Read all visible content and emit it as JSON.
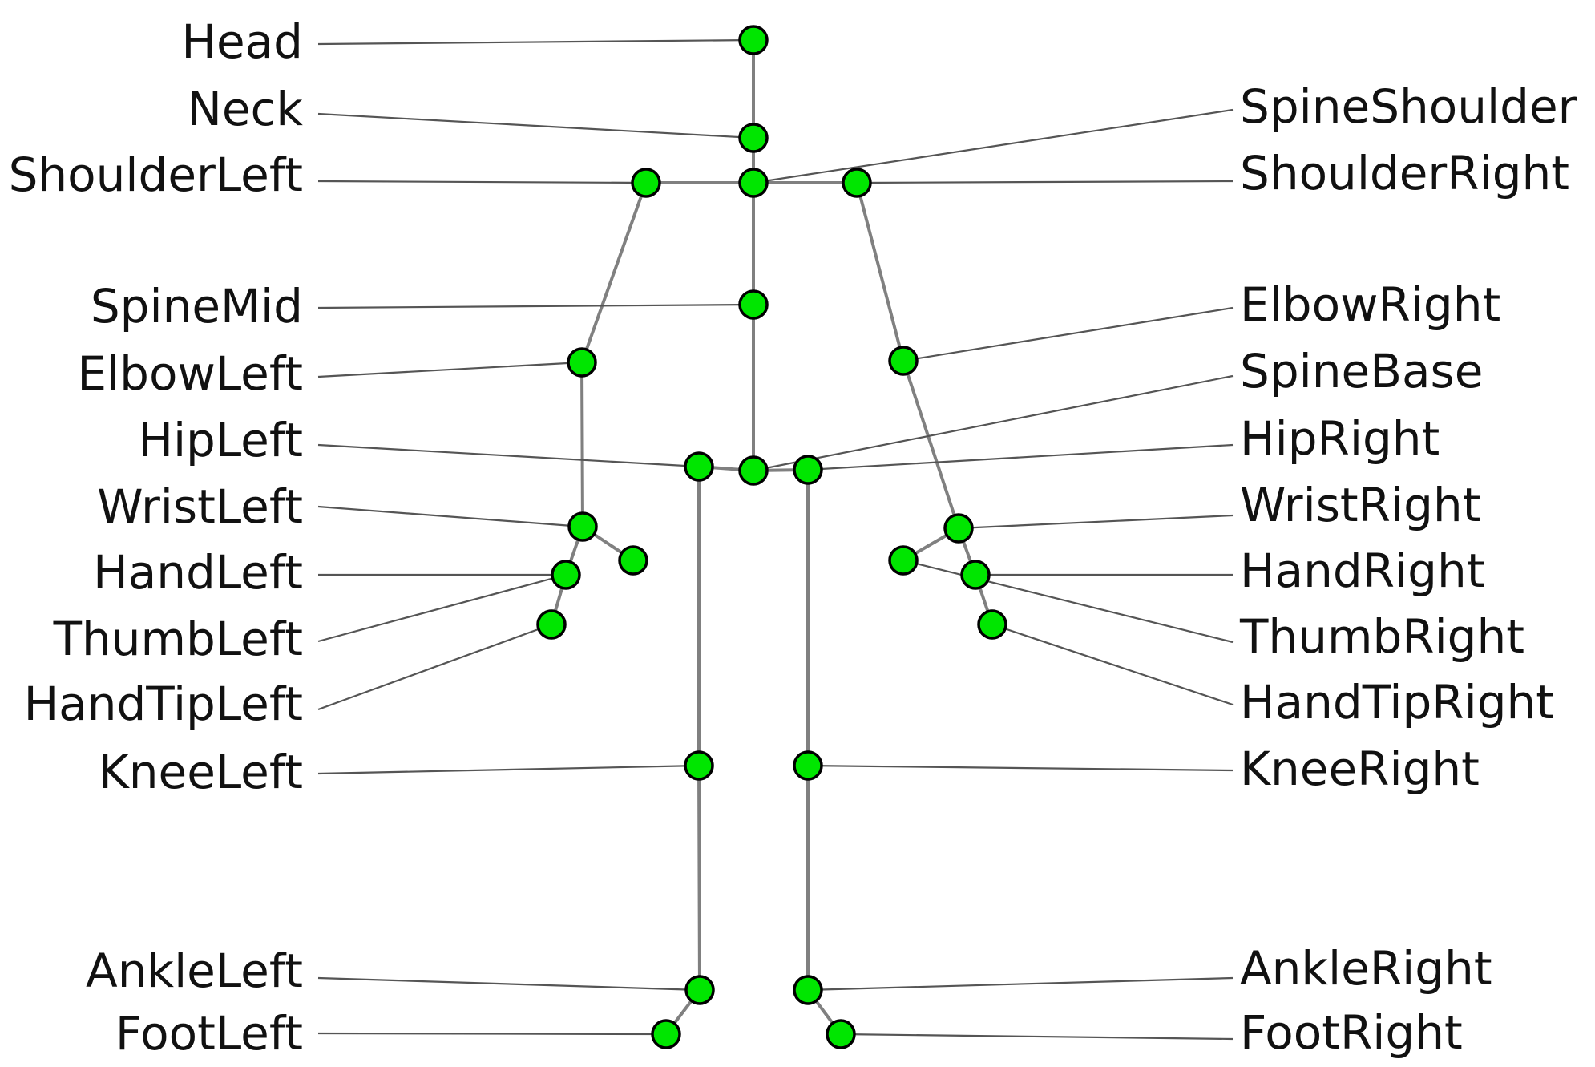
{
  "colors": {
    "joint_fill": "#00e600",
    "joint_stroke": "#000000",
    "bone": "#808080",
    "leader": "#555555",
    "text": "#111111",
    "background": "#ffffff"
  },
  "labels": {
    "head": "Head",
    "neck": "Neck",
    "spine_shoulder": "SpineShoulder",
    "shoulder_left": "ShoulderLeft",
    "shoulder_right": "ShoulderRight",
    "spine_mid": "SpineMid",
    "elbow_left": "ElbowLeft",
    "elbow_right": "ElbowRight",
    "spine_base": "SpineBase",
    "hip_left": "HipLeft",
    "hip_right": "HipRight",
    "wrist_left": "WristLeft",
    "wrist_right": "WristRight",
    "hand_left": "HandLeft",
    "hand_right": "HandRight",
    "thumb_left": "ThumbLeft",
    "thumb_right": "ThumbRight",
    "hand_tip_left": "HandTipLeft",
    "hand_tip_right": "HandTipRight",
    "knee_left": "KneeLeft",
    "knee_right": "KneeRight",
    "ankle_left": "AnkleLeft",
    "ankle_right": "AnkleRight",
    "foot_left": "FootLeft",
    "foot_right": "FootRight"
  }
}
